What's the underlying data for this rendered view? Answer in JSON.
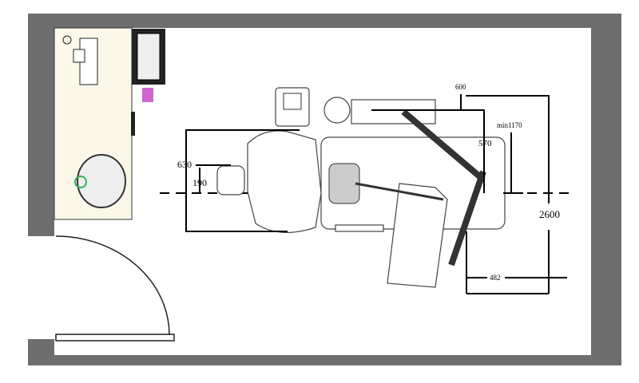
{
  "diagram": {
    "title": "Dental chair room floor plan",
    "dimensions": {
      "d630": "630",
      "d190": "190",
      "d600": "600",
      "d570": "570",
      "min1170": "min1170",
      "d2600": "2600",
      "d482": "482"
    },
    "colors": {
      "wall": "#6e6e6e",
      "cabinet": "#fbf8ea",
      "room": "#ffffff",
      "accent_purple": "#c040c0",
      "accent_green": "#30b050"
    }
  }
}
